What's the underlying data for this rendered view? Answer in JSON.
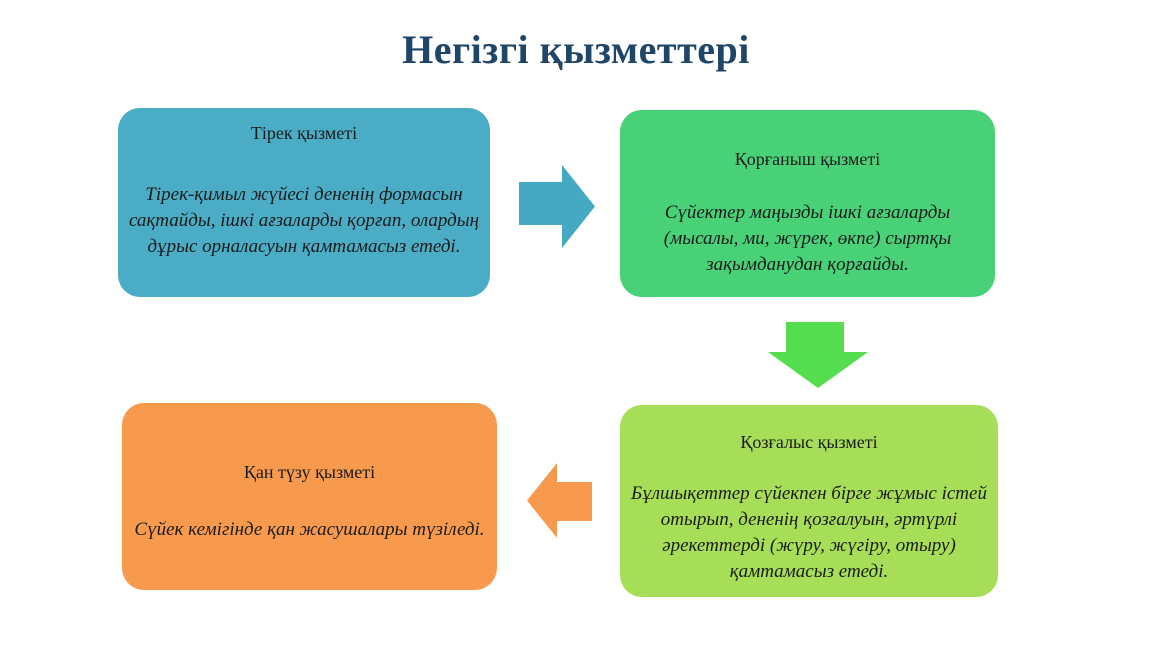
{
  "slide": {
    "title": "Негізгі қызметтері",
    "title_color": "#1f4568"
  },
  "cards": [
    {
      "key": "support",
      "title": "Тірек қызметі",
      "body": "Тірек-қимыл жүйесі дененің формасын сақтайды, ішкі ағзаларды қорғап, олардың дұрыс орналасуын қамтамасыз етеді.",
      "fill": "#4aacc5"
    },
    {
      "key": "protection",
      "title": "Қорғаныш қызметі",
      "body": "Сүйектер маңызды ішкі ағзаларды (мысалы, ми, жүрек, өкпе) сыртқы зақымданудан қорғайды.",
      "fill": "#49d178"
    },
    {
      "key": "hematopoiesis",
      "title": "Қан түзу қызметі",
      "body": "Сүйек кемігінде қан жасушалары түзіледі.",
      "fill": "#f79a4d"
    },
    {
      "key": "movement",
      "title": "Қозғалыс қызметі",
      "body": "Бұлшықеттер сүйекпен бірге жұмыс істей отырып, дененің қозғалуын, әртүрлі әрекеттерді (жүру, жүгіру, отыру) қамтамасыз етеді.",
      "fill": "#a6de57"
    }
  ],
  "arrows": [
    {
      "key": "support-to-protection",
      "direction": "right",
      "fill": "#45a9c4"
    },
    {
      "key": "protection-to-movement",
      "direction": "down",
      "fill": "#55dd50"
    },
    {
      "key": "movement-to-hematopoiesis",
      "direction": "left",
      "fill": "#f79a4d"
    }
  ]
}
